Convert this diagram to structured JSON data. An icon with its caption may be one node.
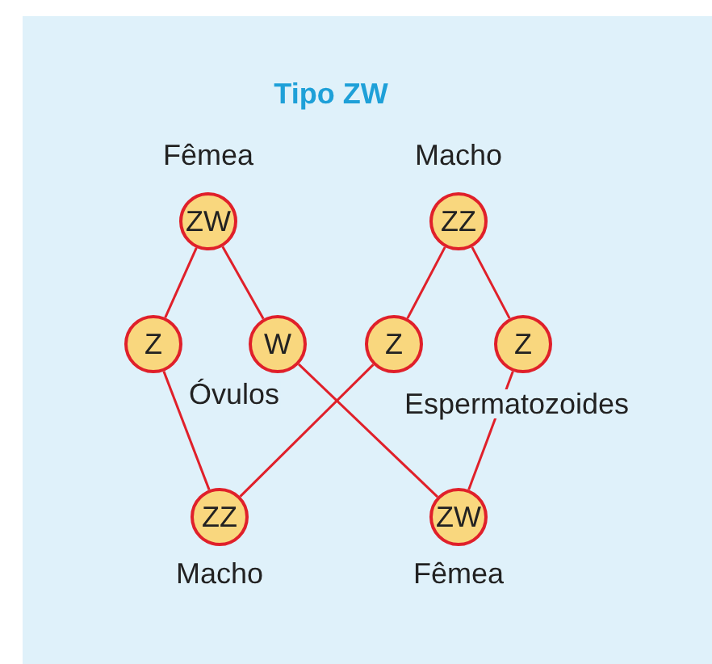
{
  "diagram": {
    "title": "Tipo ZW",
    "nodes": [
      {
        "text": [
          "ZW"
        ],
        "beside": [
          "Fêmea"
        ]
      },
      {
        "text": [
          "ZZ"
        ],
        "beside": [
          "Macho"
        ]
      },
      {
        "text": [
          "Z"
        ]
      },
      {
        "text": [
          "W"
        ]
      },
      {
        "text": [
          "Z"
        ]
      },
      {
        "text": [
          "Z"
        ]
      },
      {
        "text": [
          "ZZ"
        ],
        "beside": [
          "Macho"
        ]
      },
      {
        "text": [
          "ZW"
        ],
        "beside": [
          "Fêmea"
        ]
      }
    ],
    "edges": [
      {
        "from": 0,
        "to": 2,
        "arrow": "none"
      },
      {
        "from": 0,
        "to": 3,
        "arrow": "none"
      },
      {
        "from": 1,
        "to": 4,
        "arrow": "none"
      },
      {
        "from": 1,
        "to": 5,
        "arrow": "none"
      },
      {
        "from": 2,
        "to": 6,
        "arrow": "none"
      },
      {
        "from": 4,
        "to": 6,
        "arrow": "none"
      },
      {
        "from": 3,
        "to": 7,
        "arrow": "none"
      },
      {
        "from": 5,
        "to": 7,
        "arrow": "none"
      }
    ],
    "labels": [
      "Óvulos",
      "Espermatozoides"
    ]
  }
}
